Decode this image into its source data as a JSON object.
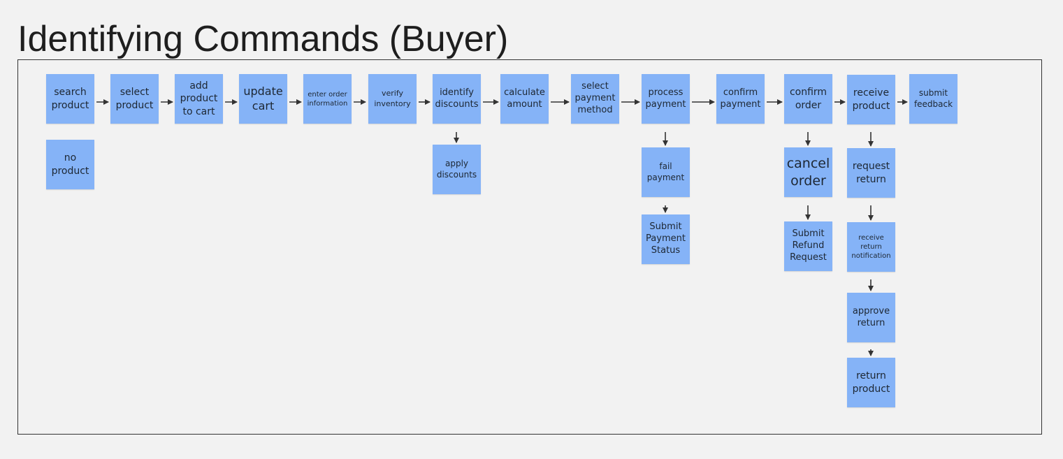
{
  "title": "Identifying Commands (Buyer)",
  "colors": {
    "sticky": "#85b3f7",
    "background": "#f2f2f2",
    "arrow": "#333333"
  },
  "main_flow": [
    "search\nproduct",
    "select\nproduct",
    "add\nproduct\nto cart",
    "update\ncart",
    "enter order\ninformation",
    "verify\ninventory",
    "identify\ndiscounts",
    "calculate\namount",
    "select\npayment\nmethod",
    "process\npayment",
    "confirm\npayment",
    "confirm\norder",
    "receive\nproduct",
    "submit\nfeedback"
  ],
  "branches": {
    "no_product": "no\nproduct",
    "apply_discounts": "apply\ndiscounts",
    "fail_payment": "fail\npayment",
    "submit_payment_status": "Submit\nPayment\nStatus",
    "cancel_order": "cancel\norder",
    "submit_refund_request": "Submit\nRefund\nRequest",
    "request_return": "request\nreturn",
    "receive_return_notification": "receive\nreturn\nnotification",
    "approve_return": "approve\nreturn",
    "return_product": "return\nproduct"
  }
}
